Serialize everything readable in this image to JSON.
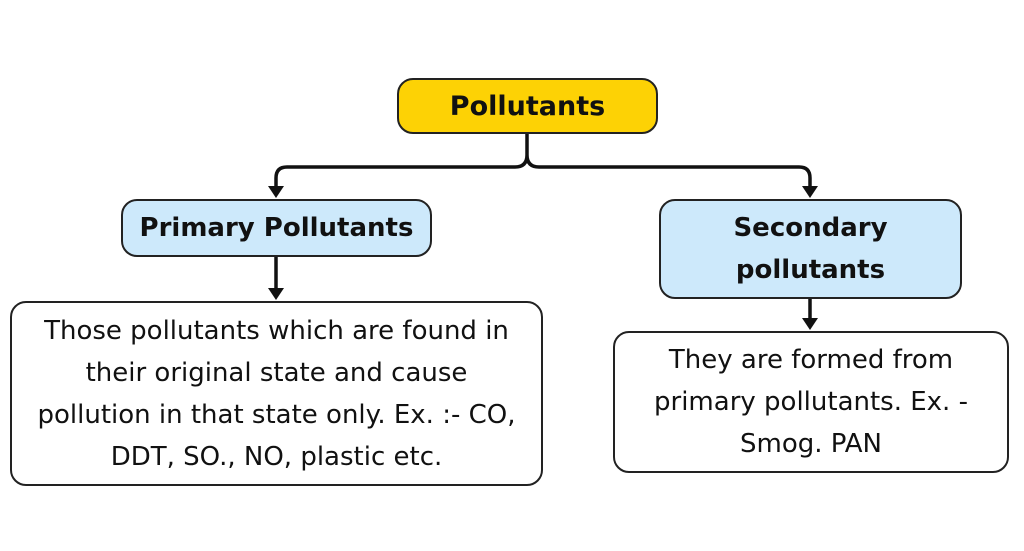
{
  "root": {
    "label": "Pollutants",
    "color": "#FDD205"
  },
  "primary": {
    "label": "Primary Pollutants",
    "color": "#CDE9FB",
    "description": "Those pollutants which are found in their original state and cause pollution in that state only. Ex. :- CO, DDT, SO., NO, plastic etc."
  },
  "secondary": {
    "label": "Secondary pollutants",
    "color": "#CDE9FB",
    "description": "They are formed from primary pollutants. Ex. - Smog. PAN"
  }
}
